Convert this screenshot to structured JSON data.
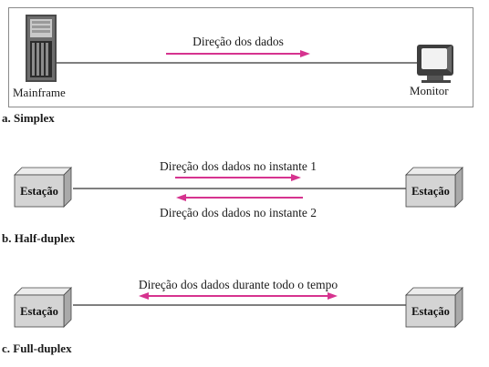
{
  "colors": {
    "arrow": "#d6338f",
    "link": "#333333",
    "box_front": "#d4d4d4",
    "box_side": "#a9a9a9",
    "box_top": "#ececec",
    "frame": "#8a8a8a"
  },
  "simplex": {
    "caption": "a. Simplex",
    "left_label": "Mainframe",
    "right_label": "Monitor",
    "arrow_label": "Direção dos dados",
    "left_icon": "mainframe-icon",
    "right_icon": "monitor-icon"
  },
  "half_duplex": {
    "caption": "b. Half-duplex",
    "left_station": "Estação",
    "right_station": "Estação",
    "arrow1_label": "Direção dos dados no instante 1",
    "arrow2_label": "Direção dos dados no instante 2"
  },
  "full_duplex": {
    "caption": "c. Full-duplex",
    "left_station": "Estação",
    "right_station": "Estação",
    "arrow_label": "Direção dos dados durante todo o tempo"
  }
}
